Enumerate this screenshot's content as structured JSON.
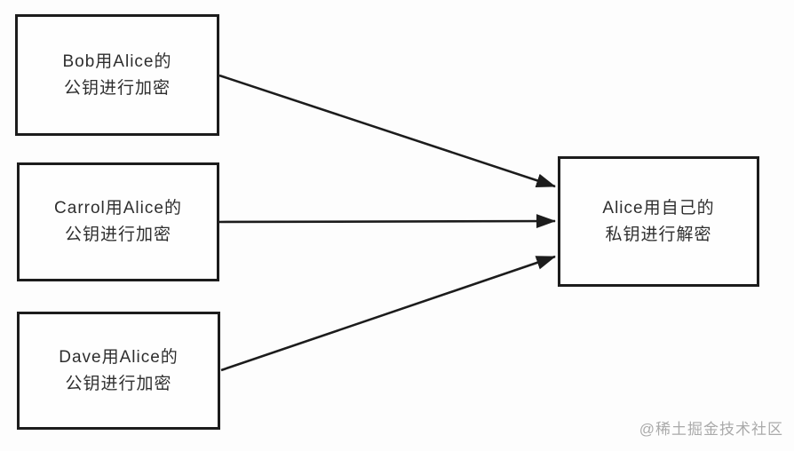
{
  "diagram": {
    "type": "flow-diagram",
    "topic": "public-key-encryption",
    "nodes": {
      "bob": {
        "line1": "Bob用Alice的",
        "line2": "公钥进行加密"
      },
      "carrol": {
        "line1": "Carrol用Alice的",
        "line2": "公钥进行加密"
      },
      "dave": {
        "line1": "Dave用Alice的",
        "line2": "公钥进行加密"
      },
      "alice": {
        "line1": "Alice用自己的",
        "line2": "私钥进行解密"
      }
    },
    "edges": [
      {
        "from": "bob",
        "to": "alice"
      },
      {
        "from": "carrol",
        "to": "alice"
      },
      {
        "from": "dave",
        "to": "alice"
      }
    ],
    "colors": {
      "stroke": "#1c1c1c",
      "text": "#2e2e2e",
      "background": "#fdfdfd",
      "watermark": "#aaaaaa"
    }
  },
  "watermark": {
    "text": "@稀土掘金技术社区"
  }
}
